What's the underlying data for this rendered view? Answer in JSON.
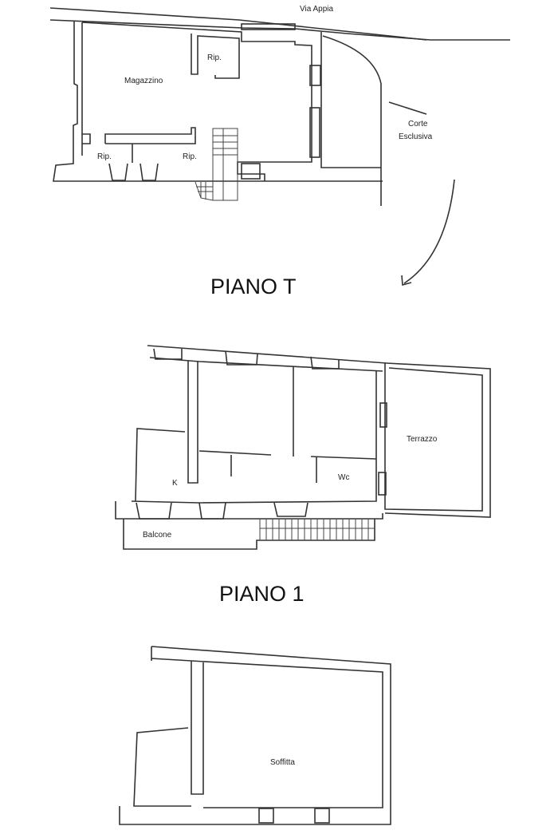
{
  "ground_floor": {
    "street": "Via Appia",
    "rooms": [
      "Magazzino",
      "Rip.",
      "Rip.",
      "Rip."
    ],
    "court_line1": "Corte",
    "court_line2": "Esclusiva",
    "title": "PIANO T"
  },
  "first_floor": {
    "rooms": [
      "K",
      "Wc",
      "Terrazzo",
      "Balcone"
    ],
    "title": "PIANO 1"
  },
  "attic": {
    "rooms": [
      "Soffitta"
    ]
  }
}
